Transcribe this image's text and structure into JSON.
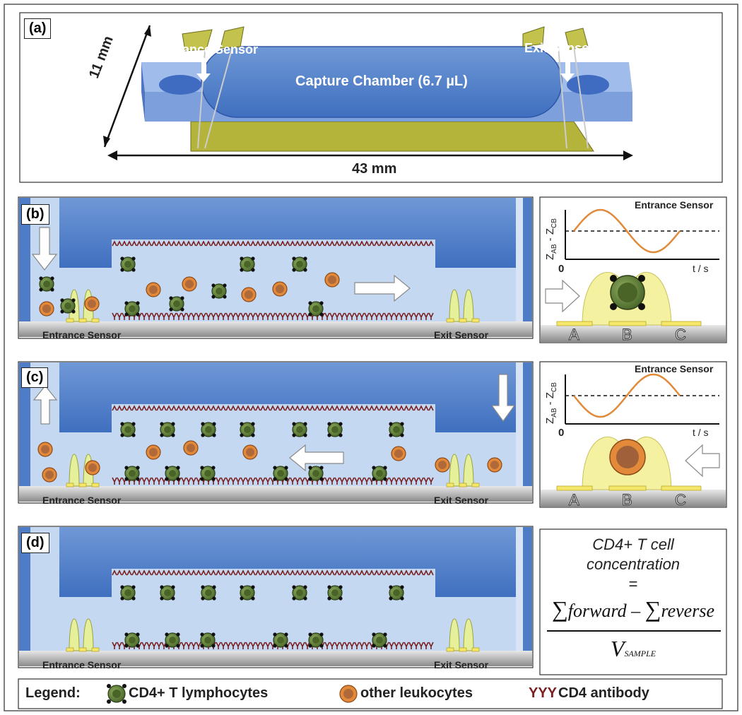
{
  "panels": {
    "a": {
      "tag": "(a)",
      "entrance_sensor": "Entrance Sensor",
      "exit_sensor": "Exit Sensor",
      "chamber": "Capture Chamber (6.7 µL)",
      "height": "11 mm",
      "length": "43 mm"
    },
    "b": {
      "tag": "(b)",
      "entrance_sensor": "Entrance Sensor",
      "exit_sensor": "Exit Sensor",
      "graph_title": "Entrance Sensor",
      "y_axis": "Z",
      "y_sub1": "AB",
      "y_minus": " - Z",
      "y_sub2": "CB",
      "origin": "0",
      "x_axis": "t / s",
      "electrodes": [
        "A",
        "B",
        "C"
      ]
    },
    "c": {
      "tag": "(c)",
      "entrance_sensor": "Entrance Sensor",
      "exit_sensor": "Exit Sensor",
      "graph_title": "Entrance Sensor",
      "y_axis": "Z",
      "y_sub1": "AB",
      "y_minus": " - Z",
      "y_sub2": "CB",
      "origin": "0",
      "x_axis": "t / s",
      "electrodes": [
        "A",
        "B",
        "C"
      ]
    },
    "d": {
      "tag": "(d)",
      "entrance_sensor": "Entrance Sensor",
      "exit_sensor": "Exit Sensor",
      "formula_line1": "CD4+ T cell",
      "formula_line2": "concentration",
      "equals": "=",
      "sum1": "∑",
      "forward": "forward",
      "minus": "–",
      "sum2": "∑",
      "reverse": "reverse",
      "denominator": "V",
      "denominator_sub": "SAMPLE"
    }
  },
  "legend": {
    "title": "Legend:",
    "item1": "CD4+ T lymphocytes",
    "item2": "other leukocytes",
    "item3": "CD4 antibody",
    "antibody_glyph": "YYY"
  },
  "colors": {
    "channel": "#c5d8f1",
    "cover": "#5f8fd0",
    "cd4_cell": "#6b8a46",
    "leukocyte": "#e07a2a",
    "antibody": "#7a2020",
    "electrode": "#f5e76a",
    "sensor_glow": "#f4f1a0",
    "signal": "#e08a3a"
  }
}
